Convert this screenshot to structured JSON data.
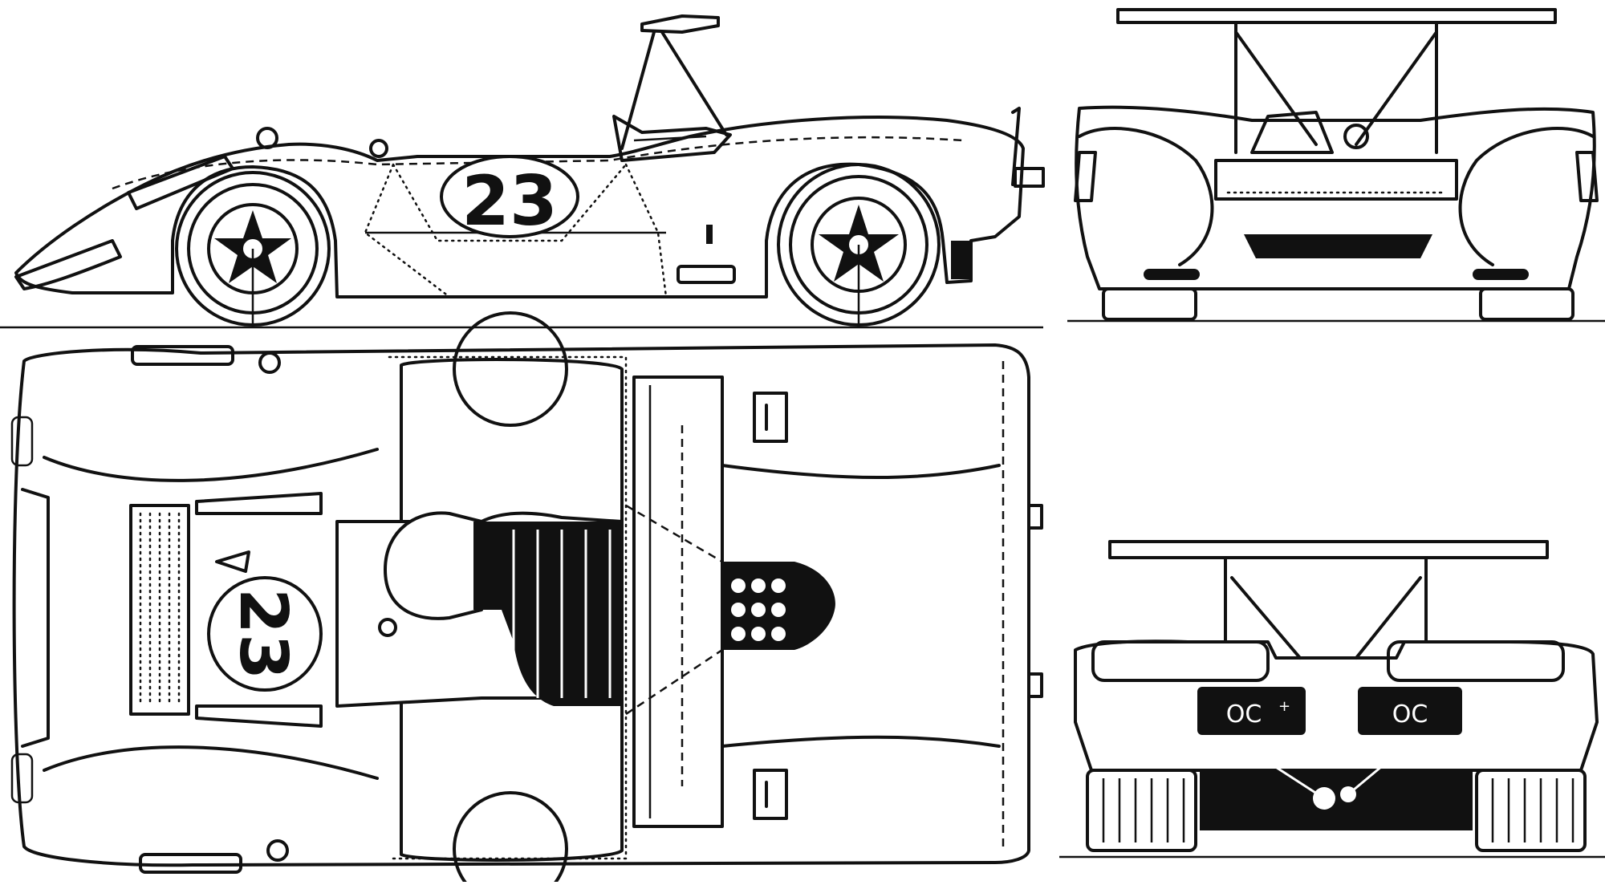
{
  "drawing": {
    "race_number": "23",
    "views": [
      "side",
      "top",
      "front",
      "rear"
    ],
    "rear_plate_left": "OC",
    "rear_plate_left_sup": "+",
    "rear_plate_right": "OC",
    "colors": {
      "ink": "#111111",
      "paper": "#ffffff"
    }
  }
}
